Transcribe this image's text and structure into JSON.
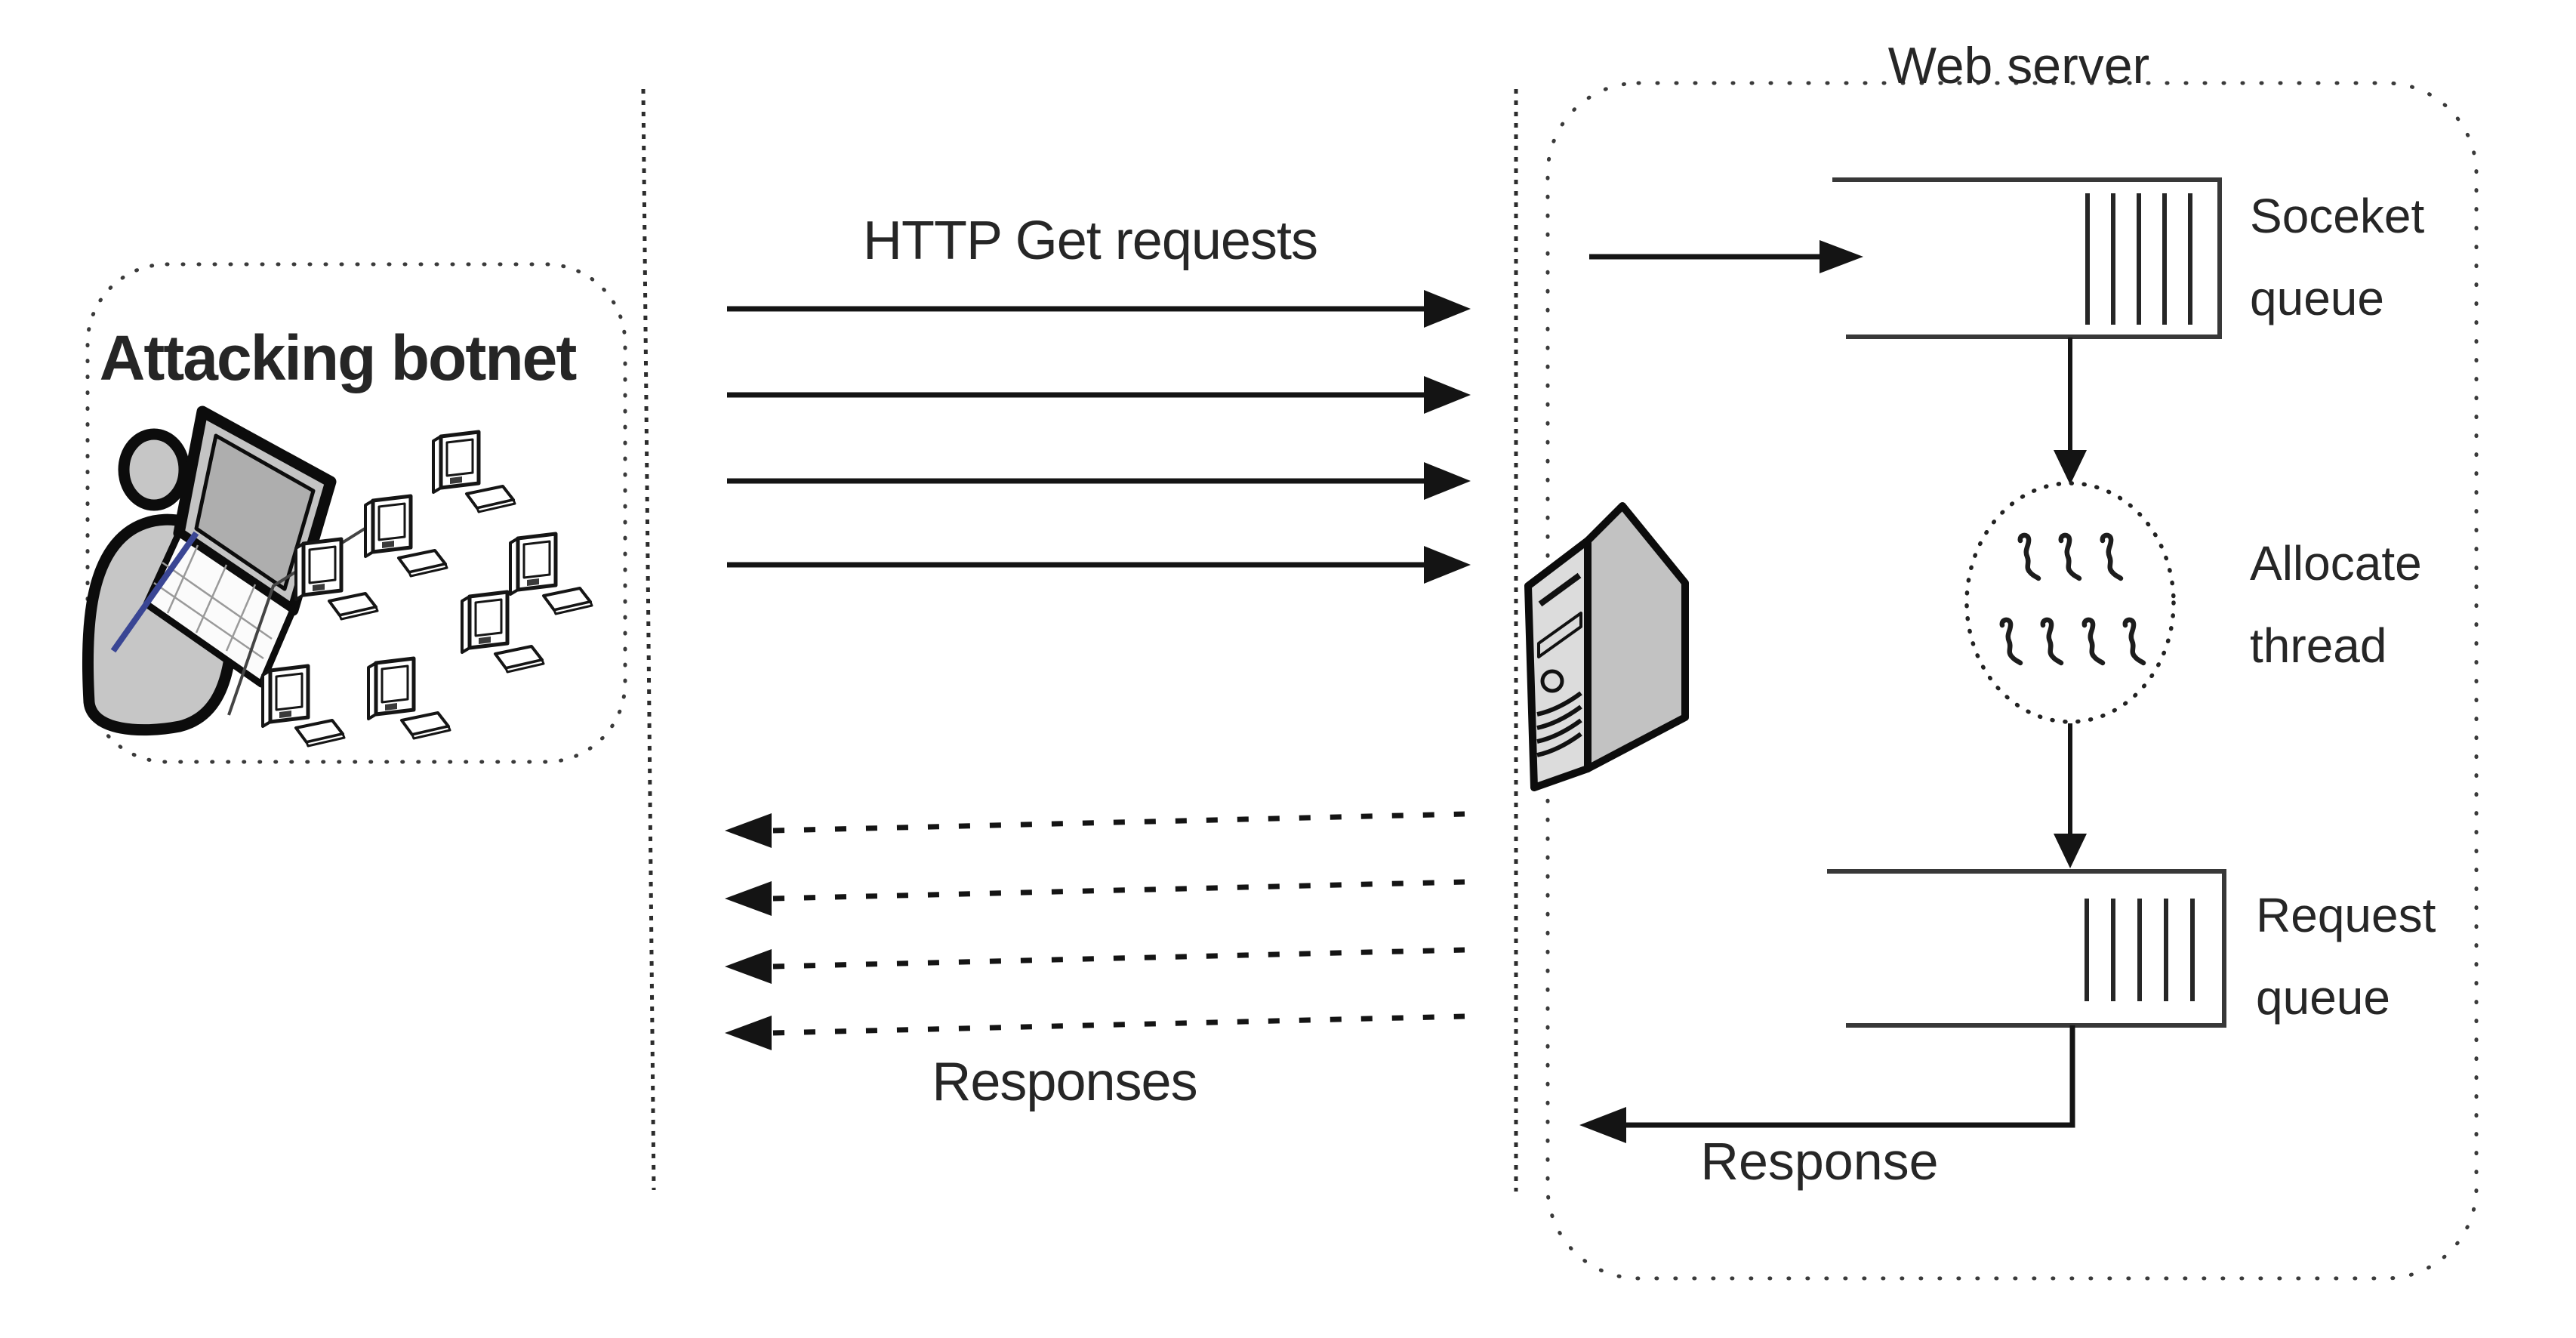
{
  "diagram": {
    "botnet": {
      "label": "Attacking botnet",
      "machine_count": 7,
      "icons": [
        "attacker-person-icon",
        "laptop-icon",
        "bot-computer-icon"
      ]
    },
    "client_to_server": {
      "label": "HTTP Get requests",
      "arrow_count": 4,
      "style": "solid",
      "direction": "left-to-right"
    },
    "server_to_client": {
      "label": "Responses",
      "arrow_count": 4,
      "style": "dashed",
      "direction": "right-to-left"
    },
    "web_server": {
      "label": "Web server",
      "socket_queue_label": "Soceket queue",
      "socket_queue_slot_count": 5,
      "allocate_thread_label": "Allocate thread",
      "thread_count": 7,
      "request_queue_label": "Request queue",
      "request_queue_slot_count": 5,
      "response_label": "Response",
      "icons": [
        "server-tower-icon"
      ]
    },
    "colors": {
      "background": "#ffffff",
      "ink": "#262626",
      "line": "#1a1a1a",
      "box_stroke": "#383838",
      "gray_fill": "#c6c6c6",
      "tower_front": "#dcdcdc",
      "tower_side": "#c2c2c2",
      "pen_blue": "#3a4694"
    }
  }
}
